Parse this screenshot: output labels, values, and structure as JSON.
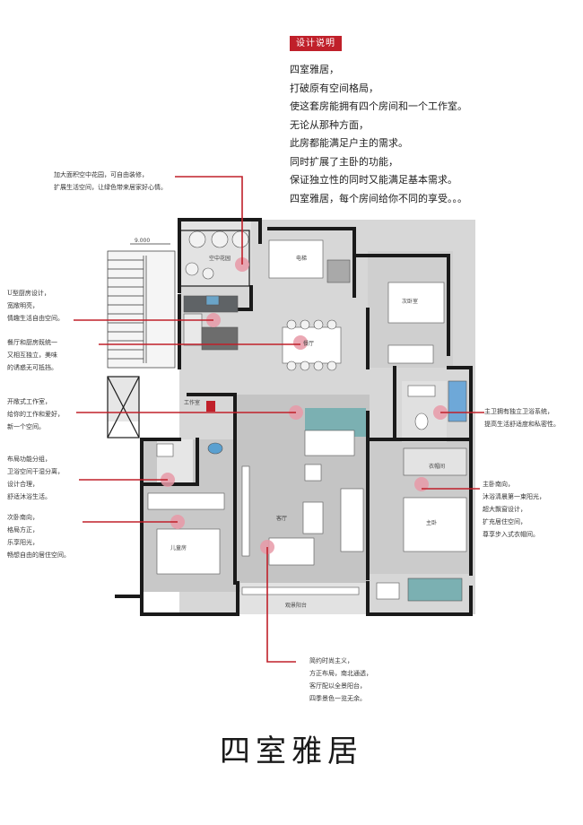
{
  "badge": "设计说明",
  "intro": [
    "四室雅居，",
    "打破原有空间格局，",
    "使这套房能拥有四个房间和一个工作室。",
    "无论从那种方面，",
    "此房都能满足户主的需求。",
    "同时扩展了主卧的功能，",
    "保证独立性的同时又能满足基本需求。",
    "四室雅居，每个房间给你不同的享受。。。"
  ],
  "notes": {
    "garden": [
      "加大面积空中花园，可自由装修，",
      "扩展生活空间，让绿色带来居家好心情。"
    ],
    "kitchen": [
      "U型厨房设计，",
      "宽敞明亮，",
      "情趣生活自由空间。"
    ],
    "dining": [
      "餐厅和厨房既统一",
      "又相互独立，美味",
      "的诱惑无可抵挡。"
    ],
    "study": [
      "开敞式工作室，",
      "给你的工作和爱好，",
      "新一个空间。"
    ],
    "bath": [
      "布局功能分组，",
      "卫浴空间干湿分离，",
      "设计合理，",
      "舒适沐浴生活。"
    ],
    "bedroom": [
      "次卧南向，",
      "格局方正，",
      "乐享阳光，",
      "畅想自由的居住空间。"
    ],
    "ensuite": [
      "主卫拥有独立卫浴系统，",
      "提高生活舒适度和私密性。"
    ],
    "master": [
      "主卧南向，",
      "沐浴清晨第一束阳光，",
      "超大飘窗设计，",
      "扩充居住空间，",
      "尊享步入式衣帽间。"
    ],
    "living": [
      "简约时尚主义，",
      "方正布局，南北通透，",
      "客厅配以全景阳台，",
      "四季景色一览无余。"
    ]
  },
  "rooms": {
    "garden": "空中花园",
    "dining": "餐厅",
    "second_bed": "次卧室",
    "elevator": "电梯",
    "study": "工作室",
    "living": "客厅",
    "master": "主卧",
    "balcony": "观景阳台",
    "wardrobe": "衣帽间",
    "kid_room": "儿童房"
  },
  "stair_label": "9.000",
  "title": "四室雅居",
  "colors": {
    "accent": "#c0202a",
    "wall": "#1a1a1a",
    "floor": "#c6c6c6",
    "dot": "#e89aa8",
    "teal": "#7bb0b2"
  }
}
